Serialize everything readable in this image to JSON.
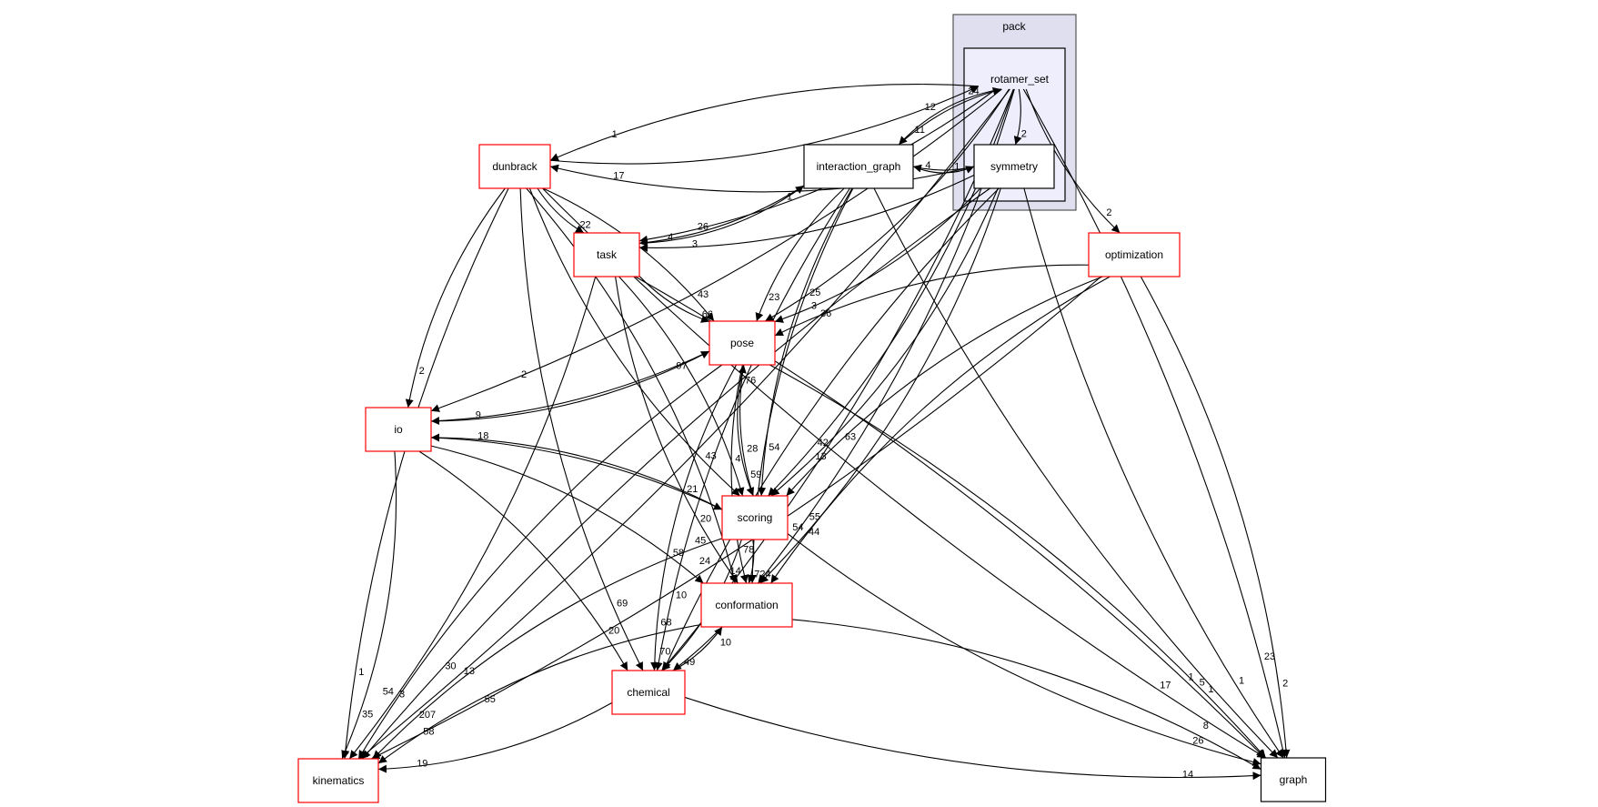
{
  "clusters": {
    "pack": {
      "label": "pack",
      "fill": "#dfdff0"
    },
    "rotamer_set": {
      "label": "rotamer_set",
      "fill": "#eeeefc"
    }
  },
  "nodes": [
    {
      "id": "symmetry",
      "label": "symmetry",
      "border": "#000000"
    },
    {
      "id": "interaction_graph",
      "label": "interaction_graph",
      "border": "#000000"
    },
    {
      "id": "dunbrack",
      "label": "dunbrack",
      "border": "#ff0000"
    },
    {
      "id": "task",
      "label": "task",
      "border": "#ff0000"
    },
    {
      "id": "optimization",
      "label": "optimization",
      "border": "#ff0000"
    },
    {
      "id": "pose",
      "label": "pose",
      "border": "#ff0000"
    },
    {
      "id": "io",
      "label": "io",
      "border": "#ff0000"
    },
    {
      "id": "scoring",
      "label": "scoring",
      "border": "#ff0000"
    },
    {
      "id": "conformation",
      "label": "conformation",
      "border": "#ff0000"
    },
    {
      "id": "chemical",
      "label": "chemical",
      "border": "#ff0000"
    },
    {
      "id": "kinematics",
      "label": "kinematics",
      "border": "#ff0000"
    },
    {
      "id": "graph",
      "label": "graph",
      "border": "#000000"
    }
  ],
  "edges": [
    {
      "from": "rotamer_set",
      "to": "symmetry",
      "label": "2"
    },
    {
      "from": "rotamer_set",
      "to": "dunbrack",
      "label": "1"
    },
    {
      "from": "symmetry",
      "to": "dunbrack",
      "label": "17"
    },
    {
      "from": "dunbrack",
      "to": "rotamer_set",
      "label": "12"
    },
    {
      "from": "interaction_graph",
      "to": "rotamer_set",
      "label": "24"
    },
    {
      "from": "rotamer_set",
      "to": "interaction_graph",
      "label": "11"
    },
    {
      "from": "symmetry",
      "to": "interaction_graph",
      "label": "4"
    },
    {
      "from": "interaction_graph",
      "to": "symmetry",
      "label": "1"
    },
    {
      "from": "rotamer_set",
      "to": "task",
      "label": "26"
    },
    {
      "from": "dunbrack",
      "to": "task",
      "label": "22"
    },
    {
      "from": "interaction_graph",
      "to": "task",
      "label": "4"
    },
    {
      "from": "task",
      "to": "interaction_graph",
      "label": "1"
    },
    {
      "from": "symmetry",
      "to": "task",
      "label": "3"
    },
    {
      "from": "rotamer_set",
      "to": "optimization",
      "label": "2"
    },
    {
      "from": "dunbrack",
      "to": "pose",
      "label": "43"
    },
    {
      "from": "task",
      "to": "pose",
      "label": "66"
    },
    {
      "from": "rotamer_set",
      "to": "pose",
      "label": "25"
    },
    {
      "from": "interaction_graph",
      "to": "pose",
      "label": "23"
    },
    {
      "from": "symmetry",
      "to": "pose",
      "label": "3"
    },
    {
      "from": "optimization",
      "to": "pose",
      "label": "36"
    },
    {
      "from": "scoring",
      "to": "pose",
      "label": "76"
    },
    {
      "from": "io",
      "to": "pose",
      "label": "97"
    },
    {
      "from": "pose",
      "to": "io",
      "label": "9"
    },
    {
      "from": "dunbrack",
      "to": "io",
      "label": "2"
    },
    {
      "from": "rotamer_set",
      "to": "io",
      "label": "2"
    },
    {
      "from": "scoring",
      "to": "io",
      "label": "18"
    },
    {
      "from": "io",
      "to": "scoring",
      "label": "21"
    },
    {
      "from": "dunbrack",
      "to": "scoring",
      "label": "43"
    },
    {
      "from": "task",
      "to": "scoring",
      "label": "4"
    },
    {
      "from": "pose",
      "to": "scoring",
      "label": "59"
    },
    {
      "from": "rotamer_set",
      "to": "scoring",
      "label": "42"
    },
    {
      "from": "interaction_graph",
      "to": "scoring",
      "label": "54"
    },
    {
      "from": "symmetry",
      "to": "scoring",
      "label": "13"
    },
    {
      "from": "optimization",
      "to": "scoring",
      "label": "63"
    },
    {
      "from": "io",
      "to": "conformation",
      "label": "58"
    },
    {
      "from": "task",
      "to": "conformation",
      "label": "45"
    },
    {
      "from": "dunbrack",
      "to": "conformation",
      "label": "20"
    },
    {
      "from": "pose",
      "to": "conformation",
      "label": "78"
    },
    {
      "from": "scoring",
      "to": "conformation",
      "label": "724"
    },
    {
      "from": "interaction_graph",
      "to": "conformation",
      "label": "28"
    },
    {
      "from": "symmetry",
      "to": "conformation",
      "label": "44"
    },
    {
      "from": "optimization",
      "to": "conformation",
      "label": "54"
    },
    {
      "from": "rotamer_set",
      "to": "conformation",
      "label": "55"
    },
    {
      "from": "chemical",
      "to": "conformation",
      "label": "10"
    },
    {
      "from": "conformation",
      "to": "chemical",
      "label": "49"
    },
    {
      "from": "pose",
      "to": "chemical",
      "label": "68"
    },
    {
      "from": "scoring",
      "to": "chemical",
      "label": "70"
    },
    {
      "from": "dunbrack",
      "to": "chemical",
      "label": "69"
    },
    {
      "from": "io",
      "to": "chemical",
      "label": "20"
    },
    {
      "from": "interaction_graph",
      "to": "chemical",
      "label": "10"
    },
    {
      "from": "rotamer_set",
      "to": "chemical",
      "label": "14"
    },
    {
      "from": "symmetry",
      "to": "chemical",
      "label": "24"
    },
    {
      "from": "rotamer_set",
      "to": "kinematics",
      "label": "13"
    },
    {
      "from": "dunbrack",
      "to": "kinematics",
      "label": "1"
    },
    {
      "from": "task",
      "to": "kinematics",
      "label": "3"
    },
    {
      "from": "pose",
      "to": "kinematics",
      "label": "54"
    },
    {
      "from": "io",
      "to": "kinematics",
      "label": "35"
    },
    {
      "from": "scoring",
      "to": "kinematics",
      "label": "207"
    },
    {
      "from": "chemical",
      "to": "kinematics",
      "label": "19"
    },
    {
      "from": "conformation",
      "to": "kinematics",
      "label": "58"
    },
    {
      "from": "optimization",
      "to": "kinematics",
      "label": "55"
    },
    {
      "from": "symmetry",
      "to": "kinematics",
      "label": "30"
    },
    {
      "from": "pose",
      "to": "graph",
      "label": "1"
    },
    {
      "from": "scoring",
      "to": "graph",
      "label": "26"
    },
    {
      "from": "conformation",
      "to": "graph",
      "label": "8"
    },
    {
      "from": "chemical",
      "to": "graph",
      "label": "14"
    },
    {
      "from": "task",
      "to": "graph",
      "label": "1"
    },
    {
      "from": "dunbrack",
      "to": "graph",
      "label": "17"
    },
    {
      "from": "optimization",
      "to": "graph",
      "label": "2"
    },
    {
      "from": "interaction_graph",
      "to": "graph",
      "label": "5"
    },
    {
      "from": "rotamer_set",
      "to": "graph",
      "label": "23"
    },
    {
      "from": "symmetry",
      "to": "graph",
      "label": "1"
    }
  ]
}
